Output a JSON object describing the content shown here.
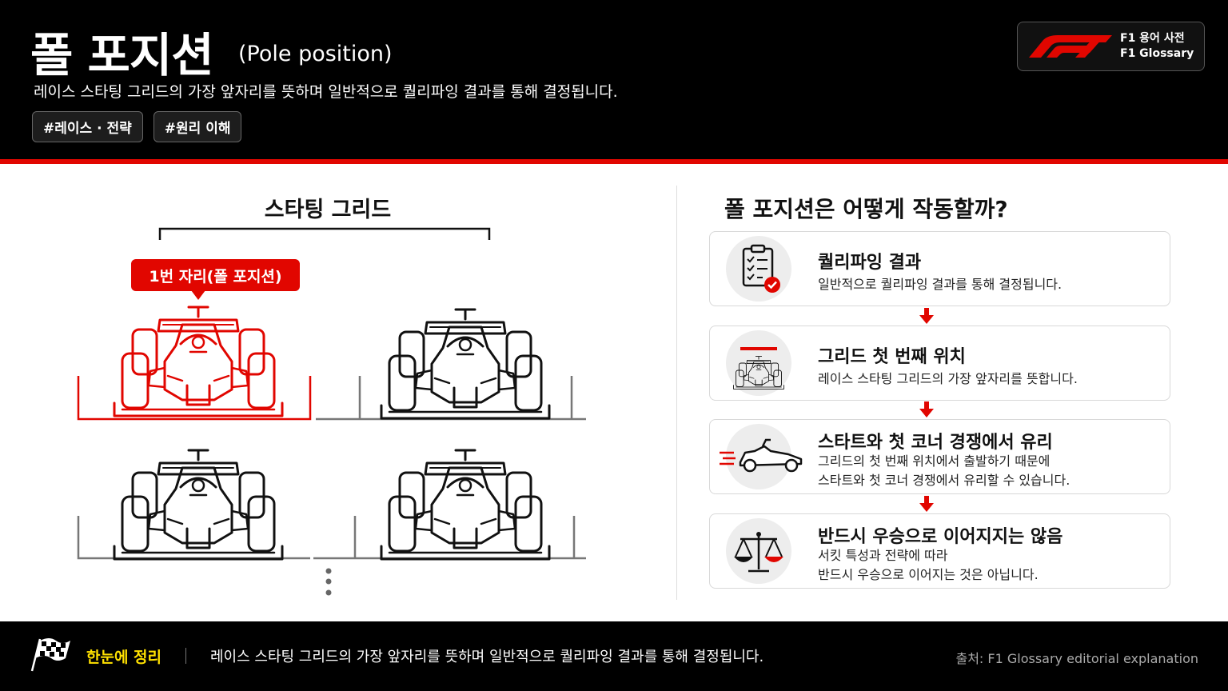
{
  "header": {
    "title": "폴 포지션",
    "subtitle": "(Pole position)",
    "description": "레이스 스타팅 그리드의 가장 앞자리를 뜻하며 일반적으로 퀄리파잉 결과를 통해 결정됩니다.",
    "tags": [
      "#레이스 · 전략",
      "#원리 이해"
    ],
    "badge_line1": "F1 용어 사전",
    "badge_line2": "F1 Glossary"
  },
  "grid": {
    "title": "스타팅 그리드",
    "callout": "1번 자리(폴 포지션)"
  },
  "how": {
    "title": "폴 포지션은 어떻게 작동할까?",
    "steps": [
      {
        "icon": "clipboard-check-icon",
        "title": "퀄리파잉 결과",
        "desc1": "일반적으로 퀄리파잉 결과를 통해 결정됩니다.",
        "desc2": ""
      },
      {
        "icon": "front-car-icon",
        "title": "그리드 첫 번째 위치",
        "desc1": "레이스 스타팅 그리드의 가장 앞자리를 뜻합니다.",
        "desc2": ""
      },
      {
        "icon": "speeding-car-icon",
        "title": "스타트와 첫 코너 경쟁에서 유리",
        "desc1": "그리드의 첫 번째 위치에서 출발하기 때문에",
        "desc2": "스타트와 첫 코너 경쟁에서 유리할 수 있습니다."
      },
      {
        "icon": "balance-scale-icon",
        "title": "반드시 우승으로 이어지지는 않음",
        "desc1": "서킷 특성과 전략에 따라",
        "desc2": "반드시 우승으로 이어지는 것은 아닙니다."
      }
    ]
  },
  "footer": {
    "summary_label": "한눈에 정리",
    "summary_text": "레이스 스타팅 그리드의 가장 앞자리를 뜻하며 일반적으로 퀄리파잉 결과를 통해 결정됩니다.",
    "source": "출처: F1 Glossary editorial explanation"
  },
  "colors": {
    "accent": "#e10600",
    "highlight": "#ffe100",
    "background": "#000000"
  }
}
